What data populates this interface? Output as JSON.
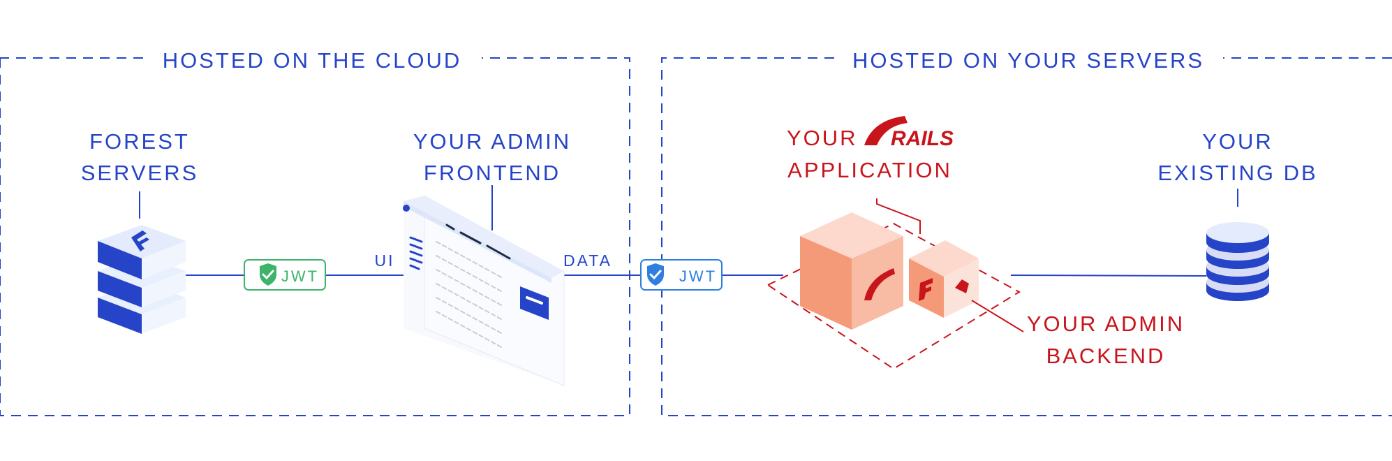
{
  "cloud_section": {
    "title": "HOSTED ON THE CLOUD"
  },
  "servers_section": {
    "title": "HOSTED ON YOUR SERVERS"
  },
  "forest_servers": {
    "line1": "FOREST",
    "line2": "SERVERS",
    "icon": "forest-server-stack-icon"
  },
  "admin_frontend": {
    "line1": "YOUR ADMIN",
    "line2": "FRONTEND",
    "icon": "browser-window-icon"
  },
  "rails_app": {
    "prefix": "YOUR",
    "logo_text": "RAILS",
    "line2": "APPLICATION",
    "icon": "rails-app-cube-icon"
  },
  "admin_backend": {
    "line1": "YOUR ADMIN",
    "line2": "BACKEND",
    "icon": "forest-agent-cube-icon"
  },
  "existing_db": {
    "line1": "YOUR",
    "line2": "EXISTING DB",
    "icon": "database-icon"
  },
  "connections": {
    "ui_label": "UI",
    "data_label": "DATA",
    "jwt_cloud": "JWT",
    "jwt_servers": "JWT"
  },
  "colors": {
    "brand_blue": "#2544c8",
    "rails_red": "#c8141b",
    "jwt_green": "#3fb36a",
    "jwt_blue": "#2f7fe0",
    "cube_salmon": "#f59a78",
    "cube_light": "#fcd9cc"
  }
}
